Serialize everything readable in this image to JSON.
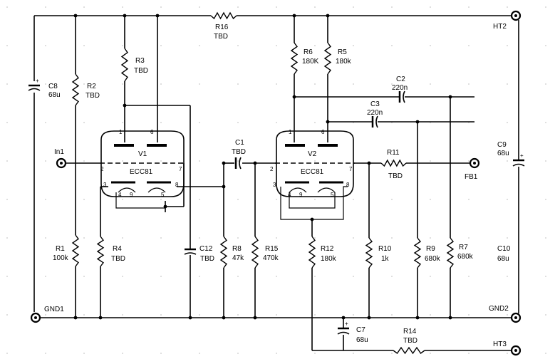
{
  "components": {
    "C8": {
      "ref": "C8",
      "value": "68u"
    },
    "R2": {
      "ref": "R2",
      "value": "TBD"
    },
    "R3": {
      "ref": "R3",
      "value": "TBD"
    },
    "R16": {
      "ref": "R16",
      "value": "TBD"
    },
    "R6": {
      "ref": "R6",
      "value": "180K"
    },
    "R5": {
      "ref": "R5",
      "value": "180k"
    },
    "C2": {
      "ref": "C2",
      "value": "220n"
    },
    "C3": {
      "ref": "C3",
      "value": "220n"
    },
    "C1": {
      "ref": "C1",
      "value": "TBD"
    },
    "R11": {
      "ref": "R11",
      "value": "TBD"
    },
    "C9": {
      "ref": "C9",
      "value": "68u"
    },
    "R1": {
      "ref": "R1",
      "value": "100k"
    },
    "R4": {
      "ref": "R4",
      "value": "TBD"
    },
    "C12": {
      "ref": "C12",
      "value": "TBD"
    },
    "R8": {
      "ref": "R8",
      "value": "47k"
    },
    "R15": {
      "ref": "R15",
      "value": "470k"
    },
    "R12": {
      "ref": "R12",
      "value": "180k"
    },
    "R10": {
      "ref": "R10",
      "value": "1k"
    },
    "R9": {
      "ref": "R9",
      "value": "680k"
    },
    "R7": {
      "ref": "R7",
      "value": "680k"
    },
    "C10": {
      "ref": "C10",
      "value": "68u"
    },
    "C7": {
      "ref": "C7",
      "value": "68u"
    },
    "R14": {
      "ref": "R14",
      "value": "TBD"
    }
  },
  "tubes": {
    "V1": {
      "ref": "V1",
      "type": "ECC81"
    },
    "V2": {
      "ref": "V2",
      "type": "ECC81"
    }
  },
  "pins": [
    "1",
    "6",
    "2",
    "7",
    "3",
    "4",
    "9",
    "5",
    "8"
  ],
  "nets": {
    "HT2": "HT2",
    "HT3": "HT3",
    "GND1": "GND1",
    "GND2": "GND2",
    "In1": "In1",
    "FB1": "FB1"
  }
}
